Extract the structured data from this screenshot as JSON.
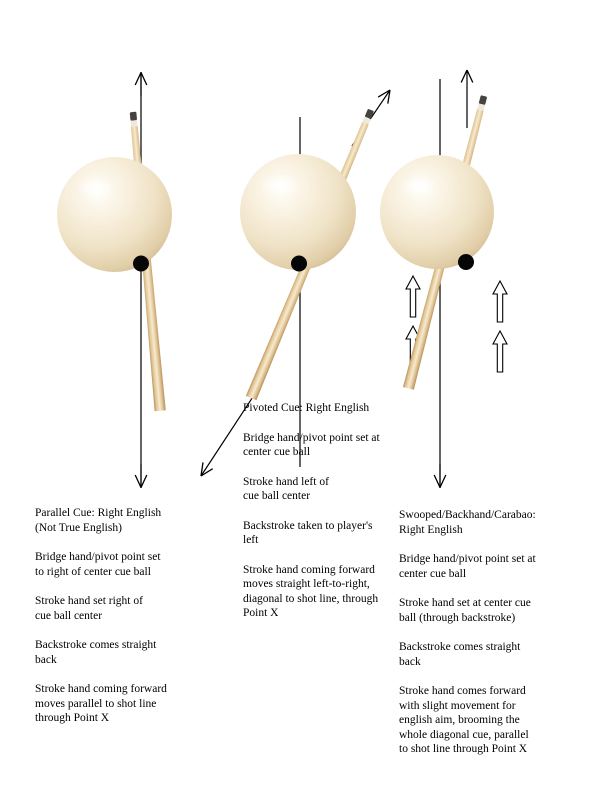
{
  "page": {
    "background": "#ffffff",
    "kind": "billiards-english-stroke-comparison-diagram"
  },
  "columns": [
    {
      "id": "parallel",
      "title": "Parallel Cue: Right English\n(Not True English)",
      "paragraphs": [
        "Bridge hand/pivot point set\nto right of center cue ball",
        "Stroke hand set right of\ncue ball center",
        "Backstroke comes straight\nback",
        "Stroke hand coming forward\nmoves parallel to shot line\nthrough Point X"
      ]
    },
    {
      "id": "pivoted",
      "title": "Pivoted Cue: Right English",
      "paragraphs": [
        "Bridge hand/pivot point set at\ncenter cue ball",
        "Stroke hand left of\ncue ball center",
        "Backstroke taken to player's\nleft",
        "Stroke hand coming forward\nmoves straight left-to-right,\ndiagonal to shot line, through\nPoint X"
      ]
    },
    {
      "id": "swooped",
      "title": "Swooped/Backhand/Carabao:\nRight English",
      "paragraphs": [
        "Bridge hand/pivot point set at\ncenter cue ball",
        "Stroke hand set at center cue\nball (through backstroke)",
        "Backstroke comes straight\nback",
        "Stroke hand comes forward\nwith slight movement for\nenglish aim, brooming the\nwhole diagonal cue, parallel\nto shot line through Point X"
      ]
    }
  ],
  "figures": [
    {
      "name": "parallel-cue-figure",
      "elements": [
        "shot-line-vertical",
        "up-arrow",
        "cue-stick-near-vertical",
        "cue-ball",
        "contact-point-dot",
        "down-arrow"
      ]
    },
    {
      "name": "pivoted-cue-figure",
      "elements": [
        "shot-line-vertical",
        "diagonal-up-right-arrow",
        "cue-stick-diagonal",
        "cue-ball",
        "contact-point-dot",
        "diagonal-down-left-arrow"
      ]
    },
    {
      "name": "swooped-cue-figure",
      "elements": [
        "shot-line-vertical",
        "up-arrow",
        "cue-stick-diagonal",
        "cue-ball",
        "contact-point-dot",
        "four-small-up-arrows",
        "down-arrow"
      ]
    }
  ],
  "colors": {
    "background": "#ffffff",
    "line": "#000000",
    "contact_point": "#060606",
    "ball_highlight": "#fffef8",
    "ball_base": "#efe2c6",
    "ball_edge": "#c6ad83",
    "cue_wood_light": "#f6ead0",
    "cue_wood_dark": "#b58c58",
    "cue_tip": "#454240",
    "cue_ferrule": "#efe9dc"
  }
}
